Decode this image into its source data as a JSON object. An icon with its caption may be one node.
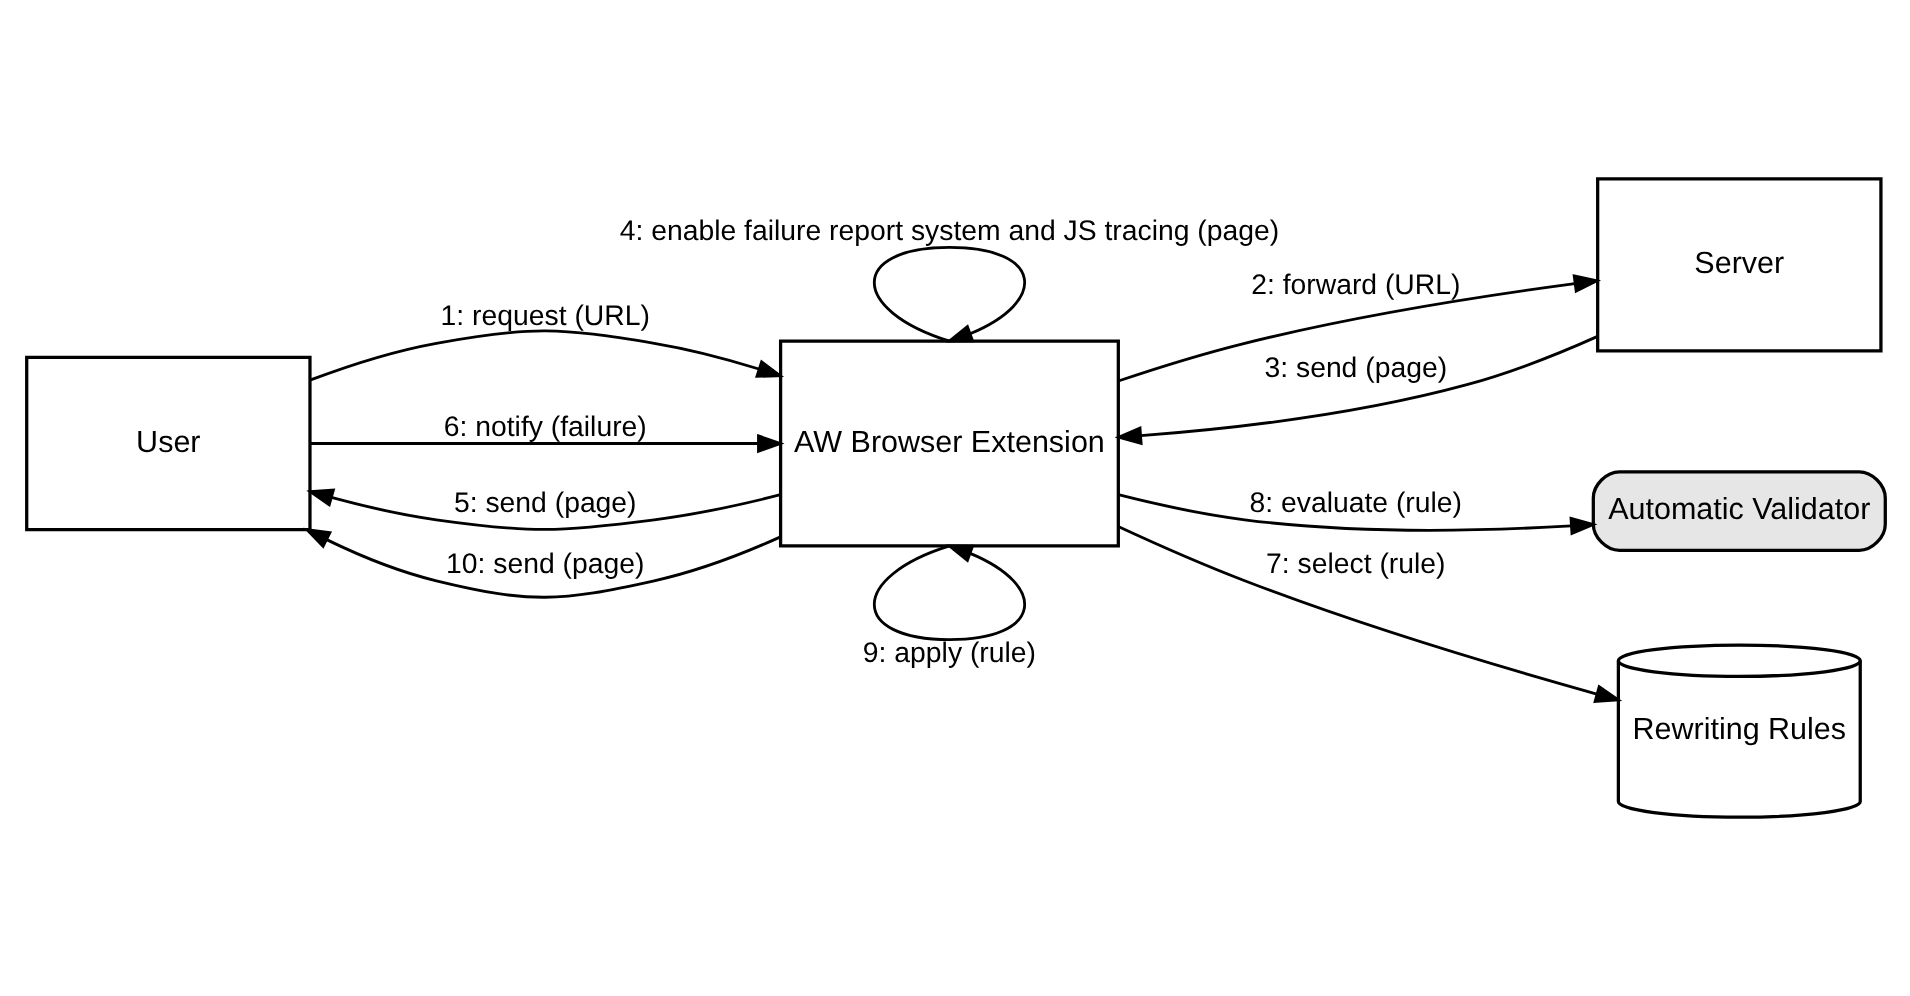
{
  "diagram": {
    "nodes": [
      {
        "text": [
          "User"
        ]
      },
      {
        "text": [
          "AW Browser Extension"
        ]
      },
      {
        "text": [
          "Server"
        ]
      },
      {
        "text": [
          "Automatic Validator"
        ]
      },
      {
        "text": [
          "Rewriting Rules"
        ]
      }
    ],
    "edges": [
      {
        "from": 0,
        "to": 1,
        "arrow": "to",
        "label": "1: request (URL)"
      },
      {
        "from": 1,
        "to": 2,
        "arrow": "to",
        "label": "2: forward (URL)"
      },
      {
        "from": 2,
        "to": 1,
        "arrow": "to",
        "label": "3: send (page)"
      },
      {
        "from": 1,
        "to": 1,
        "arrow": "to",
        "label": "4: enable failure report system and JS tracing (page)"
      },
      {
        "from": 1,
        "to": 0,
        "arrow": "to",
        "label": "5: send (page)"
      },
      {
        "from": 0,
        "to": 1,
        "arrow": "to",
        "label": "6: notify (failure)"
      },
      {
        "from": 1,
        "to": 4,
        "arrow": "to",
        "label": "7: select (rule)"
      },
      {
        "from": 1,
        "to": 3,
        "arrow": "to",
        "label": "8: evaluate (rule)"
      },
      {
        "from": 1,
        "to": 1,
        "arrow": "to",
        "label": "9: apply (rule)"
      },
      {
        "from": 1,
        "to": 0,
        "arrow": "to",
        "label": "10: send (page)"
      }
    ]
  }
}
